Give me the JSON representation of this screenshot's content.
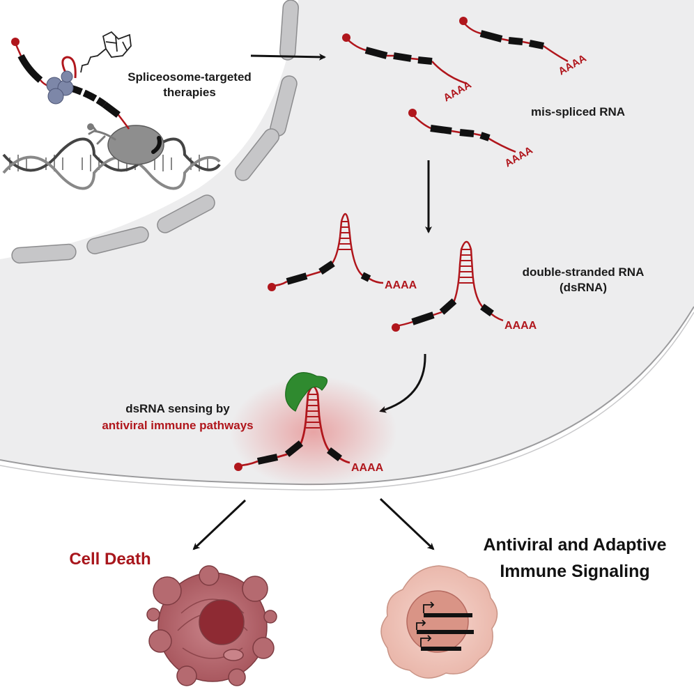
{
  "labels": {
    "spliceosome_line1": "Spliceosome-targeted",
    "spliceosome_line2": "therapies",
    "mis_spliced": "mis-spliced RNA",
    "dsrna_line1": "double-stranded RNA",
    "dsrna_line2": "(dsRNA)",
    "sensing_line1": "dsRNA sensing by",
    "sensing_line2": "antiviral immune pathways",
    "cell_death": "Cell Death",
    "immune_line1": "Antiviral and Adaptive",
    "immune_line2": "Immune Signaling"
  },
  "poly_a_tail": "AAAA",
  "colors": {
    "rna_red": "#b0161c",
    "exon_black": "#111111",
    "cell_fill": "#ededee",
    "nuclear_envelope": "#c4c4c6",
    "sensor_green": "#2f8a2f",
    "spliceosome_blue": "#7d87a8",
    "dead_cell": "#b56a70",
    "immune_cell": "#f0c7bd"
  },
  "icons": [
    "spliceosome-icon",
    "small-molecule-drug-icon",
    "rna-polymerase-icon",
    "dna-helix-icon",
    "dsrna-sensor-icon",
    "dead-cell-icon",
    "immune-cell-icon",
    "transcription-arrow-icon"
  ]
}
